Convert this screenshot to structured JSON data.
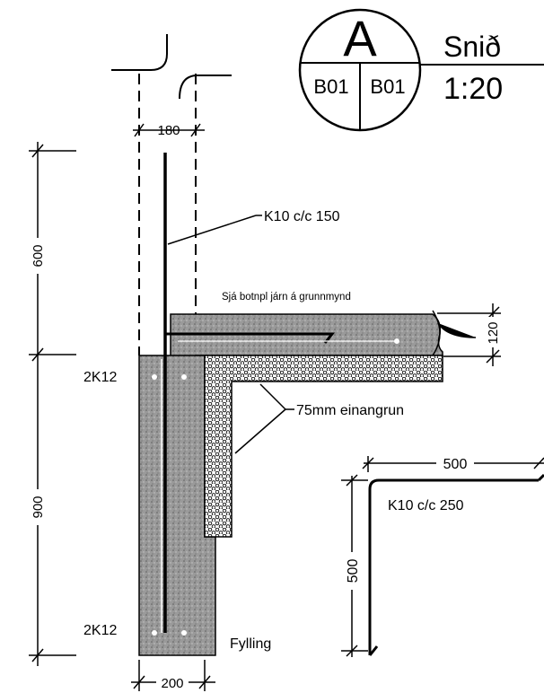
{
  "title_block": {
    "section_letter": "A",
    "sheet_left": "B01",
    "sheet_right": "B01",
    "view_title": "Snið",
    "scale": "1:20"
  },
  "dimensions": {
    "wall_top_width": "180",
    "footing_width": "200",
    "upper_height": "600",
    "lower_height": "900",
    "slab_thickness": "120",
    "bar_horizontal": "500",
    "bar_vertical": "500"
  },
  "labels": {
    "vertical_rebar": "K10 c/c 150",
    "slab_note": "Sjá botnpl járn á grunnmynd",
    "top_bars": "2K12",
    "bottom_bars": "2K12",
    "insulation": "75mm einangrun",
    "bent_bar": "K10 c/c 250",
    "fill": "Fylling"
  },
  "colors": {
    "line": "#000000",
    "concrete": "#8f8f8f",
    "insulation_fill": "#ffffff"
  }
}
